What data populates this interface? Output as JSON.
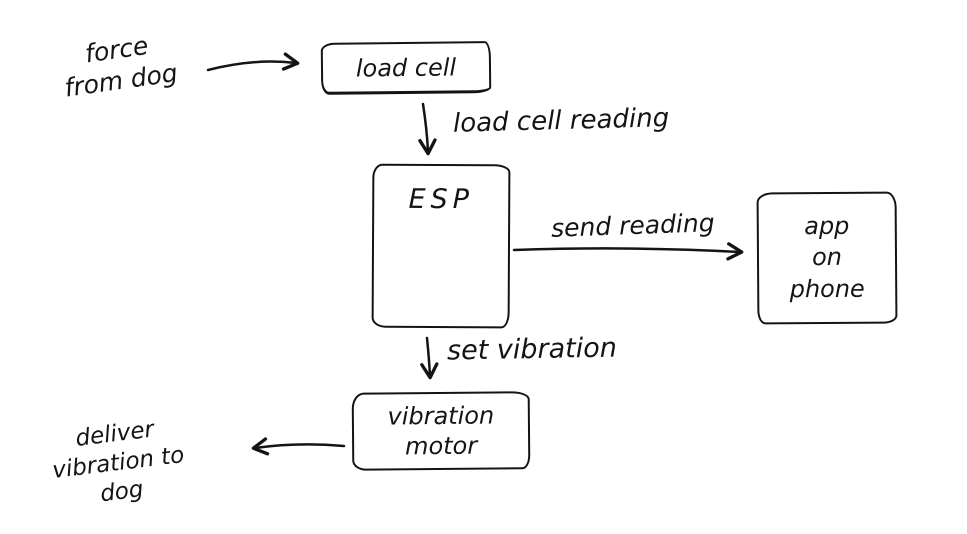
{
  "diagram": {
    "colors": {
      "ink": "#141414",
      "background": "#ffffff"
    },
    "nodes": {
      "load_cell": {
        "label": "load cell"
      },
      "esp": {
        "label": "ESP"
      },
      "app_on_phone": {
        "line1": "app",
        "line2": "on",
        "line3": "phone"
      },
      "vibration_motor": {
        "line1": "vibration",
        "line2": "motor"
      }
    },
    "annotations": {
      "force_from_dog": {
        "line1": "force",
        "line2": "from dog"
      },
      "deliver_vibration": {
        "line1": "deliver",
        "line2": "vibration to",
        "line3": "dog"
      }
    },
    "edge_labels": {
      "load_cell_reading": "load cell reading",
      "send_reading": "send reading",
      "set_vibration": "set vibration"
    }
  }
}
